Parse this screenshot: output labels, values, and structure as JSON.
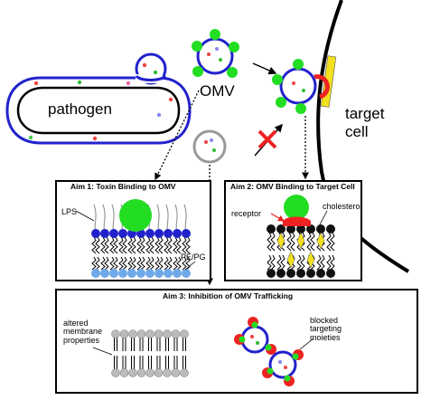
{
  "labels": {
    "pathogen": "pathogen",
    "omv": "OMV",
    "target_cell": "target\ncell",
    "lps": "LPS",
    "pe_pg": "PE/PG",
    "receptor": "receptor",
    "cholesterol": "cholesterol",
    "altered_membrane": "altered\nmembrane\nproperties",
    "blocked_targeting": "blocked\ntargeting\nmoieties"
  },
  "panels": {
    "aim1_title": "Aim 1: Toxin Binding to OMV",
    "aim2_title": "Aim 2: OMV Binding to Target Cell",
    "aim3_title": "Aim 3: Inhibition of OMV Trafficking"
  },
  "colors": {
    "membrane_blue": "#2222cc",
    "toxin_green": "#22dd22",
    "receptor_red": "#ee2222",
    "cholesterol_yellow": "#f2e020",
    "lipid_light_blue": "#6fa8e8",
    "lipid_gray": "#bbbbbb",
    "outline_black": "#000000"
  },
  "icons": [
    "dotted-arrow-icon",
    "solid-arrow-icon",
    "blocked-red-x-icon"
  ]
}
